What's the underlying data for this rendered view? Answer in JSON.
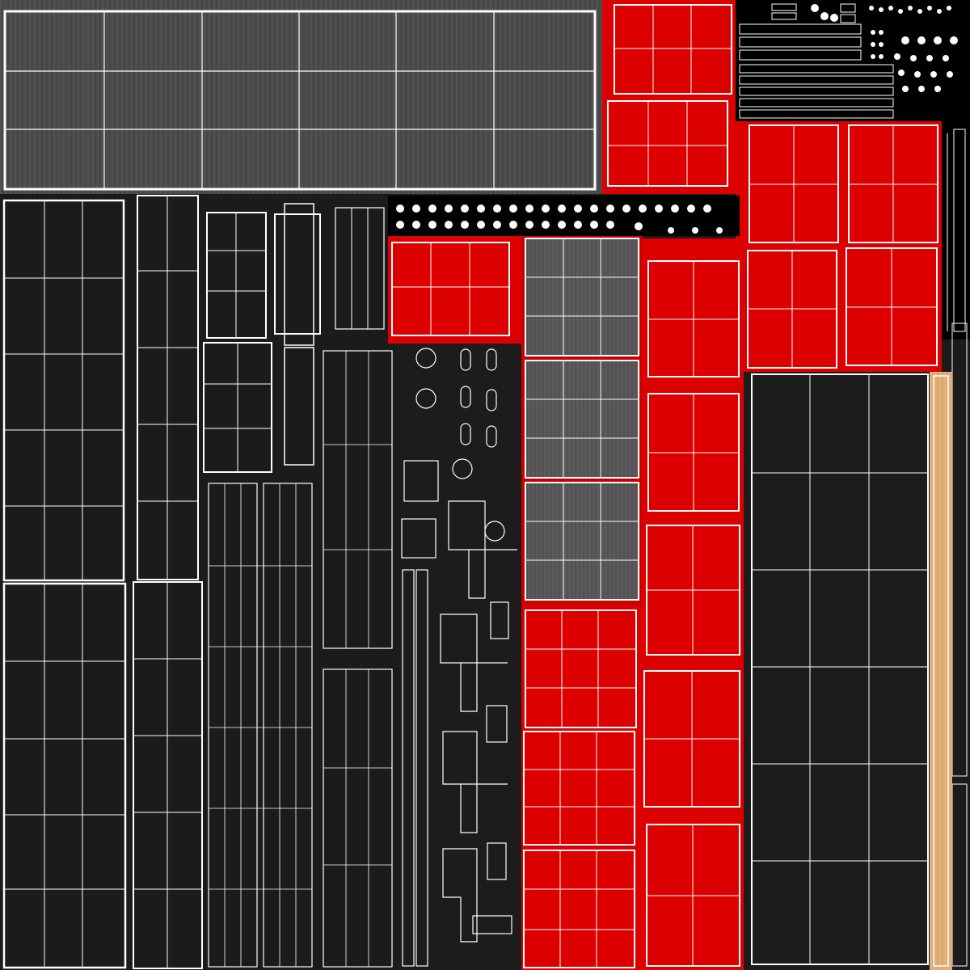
{
  "texture_atlas": {
    "colors": {
      "background": "#1b1b1b",
      "red": "#dd0000",
      "dark_panel": "#1c1c1c",
      "wood_grey": "#4b4b4b",
      "wood_tan": "#e2b07a",
      "black": "#000000",
      "wire": "#ffffff"
    },
    "islands": [
      {
        "name": "wood-grain-top-panel",
        "color_key": "wood_grey"
      },
      {
        "name": "red-roof-strip",
        "color_key": "red"
      },
      {
        "name": "small-parts-cluster",
        "color_key": "black"
      },
      {
        "name": "dark-wall-panels",
        "color_key": "dark_panel"
      },
      {
        "name": "wood-edge-strip",
        "color_key": "wood_tan"
      }
    ]
  }
}
